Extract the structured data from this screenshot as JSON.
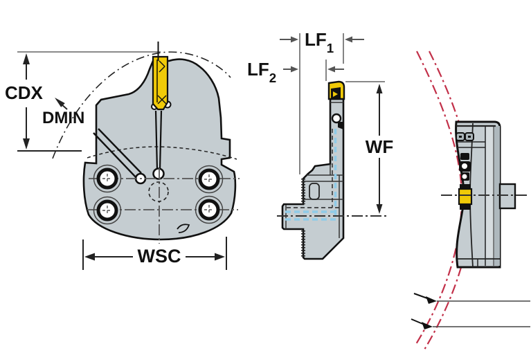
{
  "labels": {
    "cdx": "CDX",
    "dmin": "DMIN",
    "wsc": "WSC",
    "lf1_base": "LF",
    "lf1_sub": "1",
    "lf2_base": "LF",
    "lf2_sub": "2",
    "wf": "WF"
  },
  "colors": {
    "body": "#c5cdd1",
    "body_light": "#d6dcdf",
    "body_dark": "#aeb8bd",
    "insert_yellow": "#f0ca08",
    "coolant_blue": "#8fcbe8",
    "workpiece_red": "#c23049",
    "outline": "#1a1a1a",
    "dimension_gray": "#8a8a8a",
    "background": "#ffffff"
  }
}
